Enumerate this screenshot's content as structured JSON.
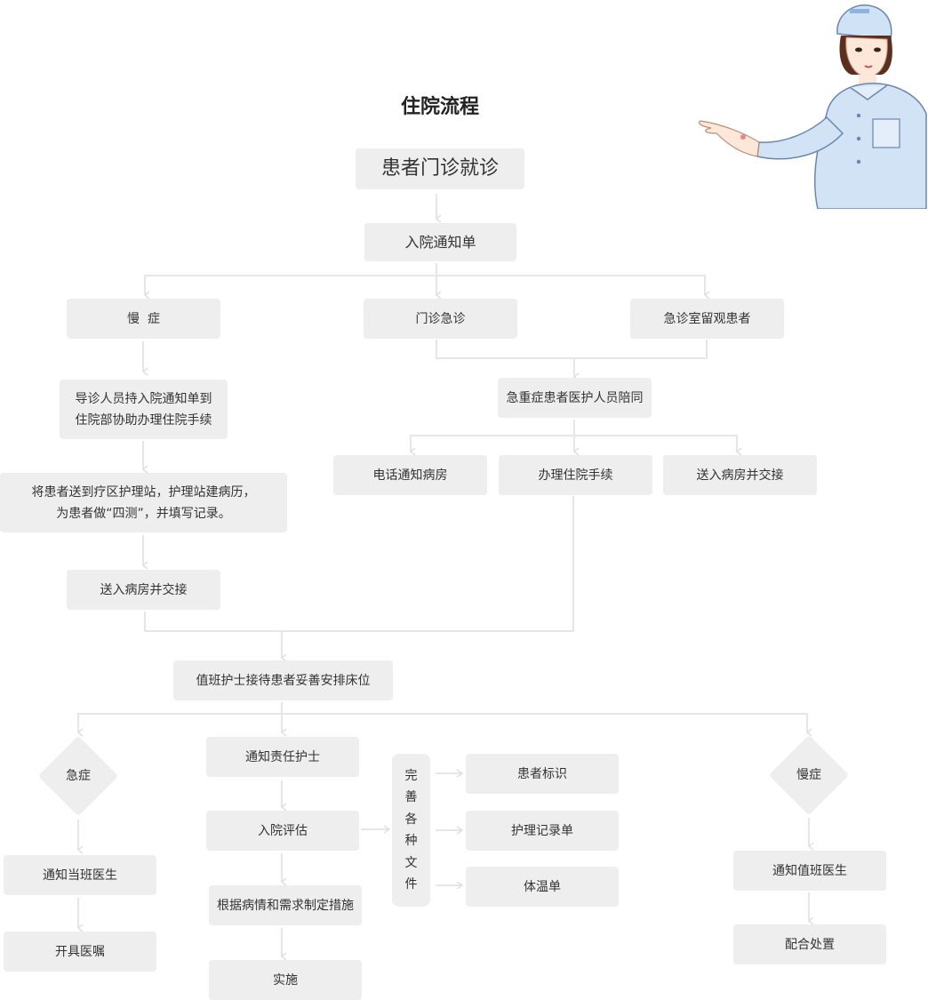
{
  "title": "住院流程",
  "colors": {
    "box_fill": "#eeeeee",
    "line": "#e6e6e6",
    "text": "#333333"
  },
  "illustration": "nurse-pointing",
  "nodes": {
    "outpatient_visit": "患者门诊就诊",
    "admission_notice": "入院通知单",
    "chronic_top": "慢  症",
    "clinic_emergency": "门诊急诊",
    "er_observation": "急诊室留观患者",
    "guide_line1": "导诊人员持入院通知单到",
    "guide_line2": "住院部协助办理住院手续",
    "critical_escort": "急重症患者医护人员陪同",
    "phone_ward": "电话通知病房",
    "handle_admission": "办理住院手续",
    "send_ward_right": "送入病房并交接",
    "nurse_station_line1": "将患者送到疗区护理站，护理站建病历，",
    "nurse_station_line2": "为患者做“四测”，并填写记录。",
    "send_ward_left": "送入病房并交接",
    "duty_nurse": "值班护士接待患者妥善安排床位",
    "acute": "急症",
    "notify_doctor_on_duty": "通知当班医生",
    "prescribe": "开具医嘱",
    "notify_responsible_nurse": "通知责任护士",
    "admission_assessment": "入院评估",
    "make_measures": "根据病情和需求制定措施",
    "implement": "实施",
    "complete_docs_chars": [
      "完",
      "善",
      "各",
      "种",
      "文",
      "件"
    ],
    "patient_id": "患者标识",
    "nursing_record": "护理记录单",
    "temperature_sheet": "体温单",
    "chronic_bottom": "慢症",
    "notify_duty_doctor": "通知值班医生",
    "cooperate": "配合处置"
  }
}
